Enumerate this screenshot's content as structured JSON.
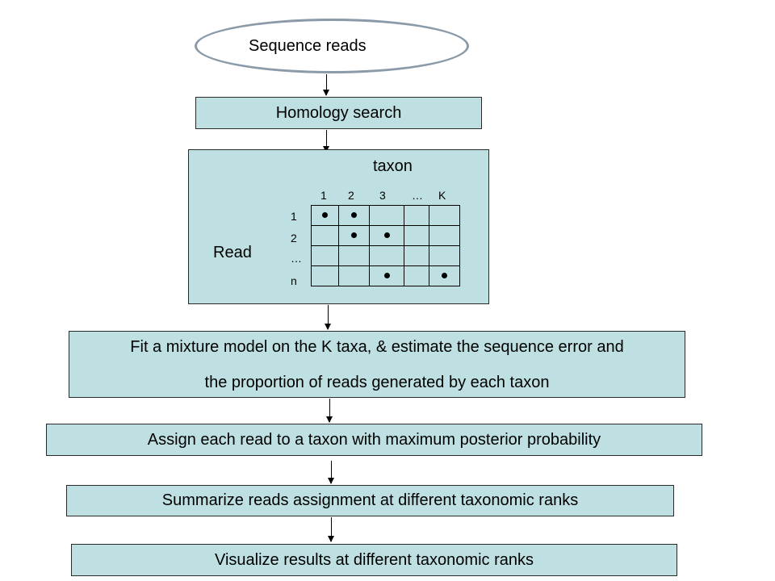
{
  "start": "Sequence reads",
  "step1": "Homology search",
  "matrix": {
    "column_title": "taxon",
    "row_title": "Read",
    "columns": [
      "1",
      "2",
      "3",
      "…",
      "K"
    ],
    "rows": [
      "1",
      "2",
      "…",
      "n"
    ],
    "cells": [
      [
        true,
        true,
        false,
        false,
        false
      ],
      [
        false,
        true,
        true,
        false,
        false
      ],
      [
        false,
        false,
        false,
        false,
        false
      ],
      [
        false,
        false,
        true,
        false,
        true
      ]
    ]
  },
  "step2": {
    "line1": "Fit a mixture model on the K taxa, & estimate the sequence error and",
    "line2": "the proportion of reads generated by each taxon"
  },
  "step3": "Assign each read to a taxon with maximum posterior probability",
  "step4": "Summarize reads assignment at different taxonomic ranks",
  "step5": "Visualize results at different taxonomic ranks"
}
